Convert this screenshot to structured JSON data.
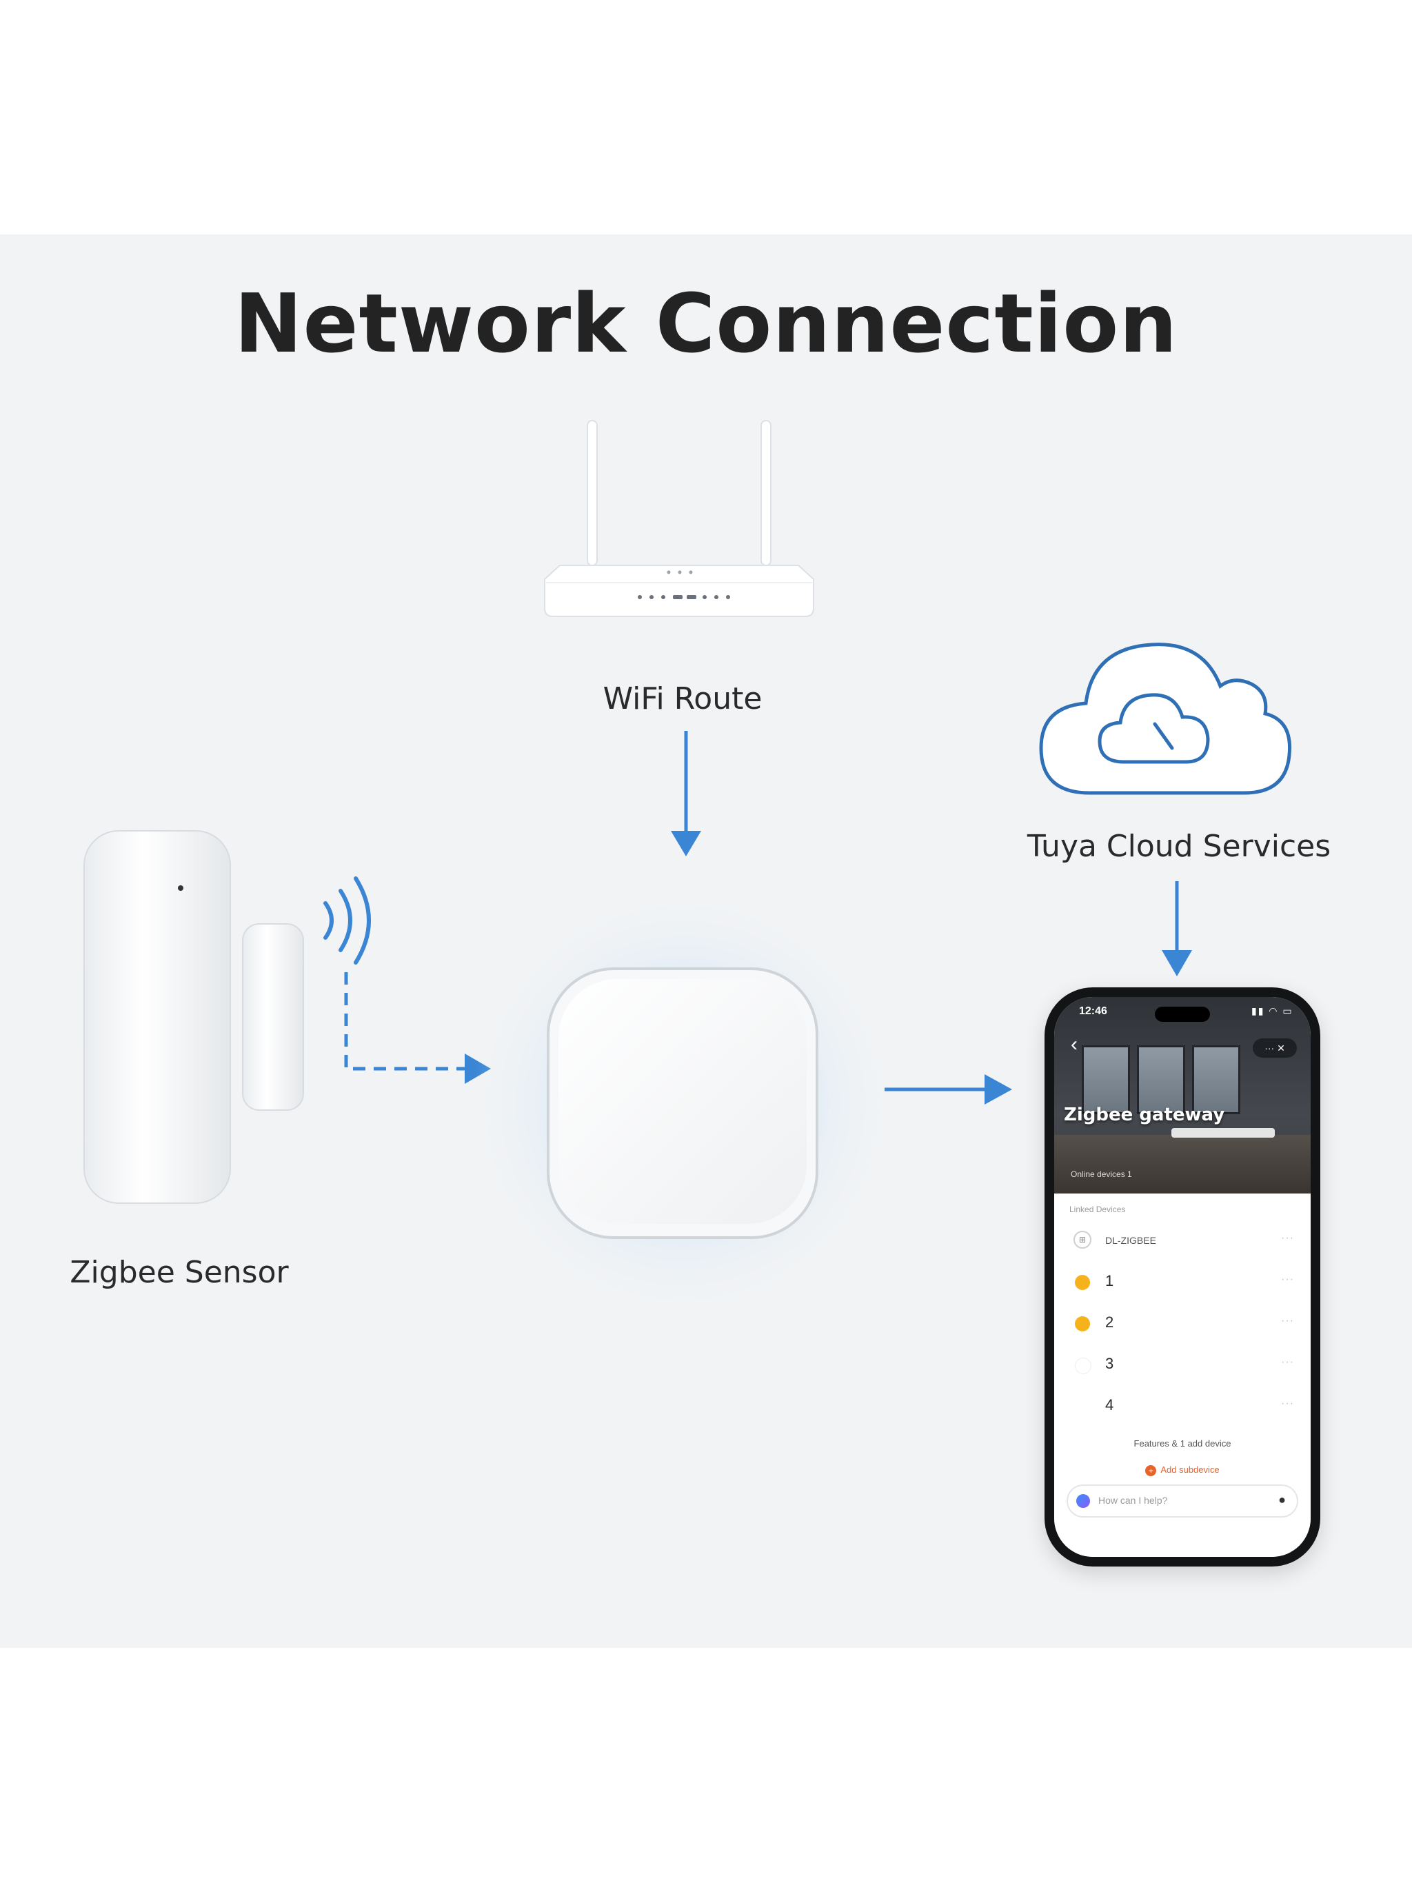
{
  "title": "Network Connection",
  "nodes": {
    "router": {
      "label": "WiFi Route",
      "icon": "wifi-router-icon"
    },
    "cloud": {
      "label": "Tuya Cloud Services",
      "icon": "cloud-icon"
    },
    "sensor": {
      "label": "Zigbee Sensor",
      "icon": "door-window-sensor-icon"
    },
    "hub": {
      "icon": "zigbee-gateway-hub-icon"
    }
  },
  "phone": {
    "status_time": "12:46",
    "status_icons": "▮▮ ◠ ▭",
    "back_glyph": "‹",
    "header_pill": "··· ✕",
    "screen_title": "Zigbee gateway",
    "online_devices": "Online devices 1",
    "section_label": "Linked Devices",
    "device_row": "DL-ZIGBEE",
    "device_icon_glyph": "⊞",
    "items": [
      {
        "label": "1",
        "dot": "#f5b21b"
      },
      {
        "label": "2",
        "dot": "#f5b21b"
      },
      {
        "label": "3",
        "dot": "#ffffff"
      },
      {
        "label": "4",
        "dot": "#ffffff"
      }
    ],
    "more_glyph": "···",
    "footer_text": "Features & 1 add device",
    "add_link": "Add subdevice",
    "add_glyph": "+",
    "ask_placeholder": "How can I help?",
    "mic_glyph": "●"
  },
  "colors": {
    "arrow": "#3a86d4",
    "title": "#232323",
    "panel": "#f1f3f5"
  }
}
